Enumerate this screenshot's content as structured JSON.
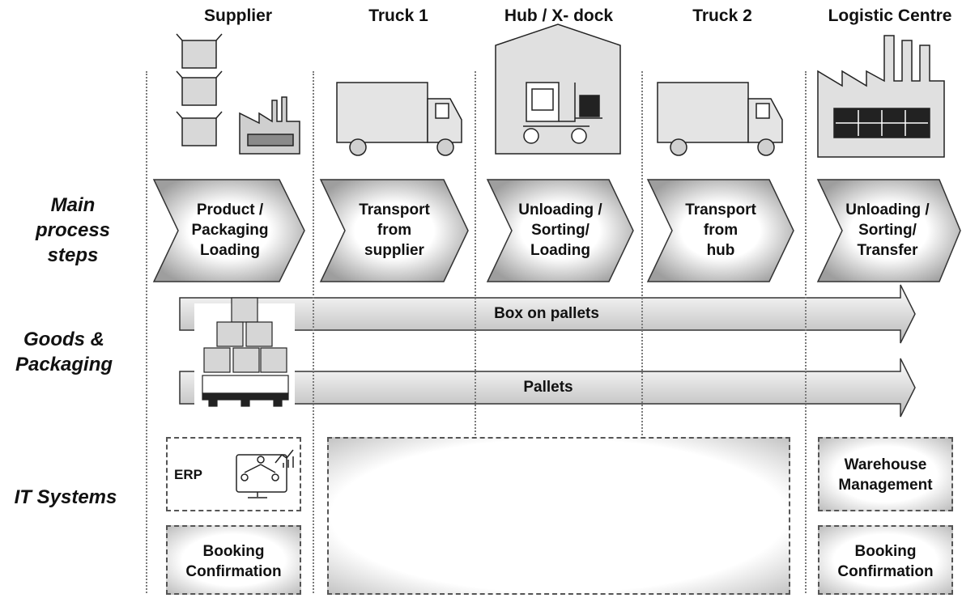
{
  "columns": [
    {
      "title": "Supplier"
    },
    {
      "title": "Truck 1"
    },
    {
      "title": "Hub / X- dock"
    },
    {
      "title": "Truck 2"
    },
    {
      "title": "Logistic Centre"
    }
  ],
  "rows": {
    "process": [
      "Main",
      "process",
      "steps"
    ],
    "goods": [
      "Goods &",
      "Packaging"
    ],
    "it": "IT Systems"
  },
  "process_steps": [
    {
      "lines": [
        "Product /",
        "Packaging",
        "Loading"
      ]
    },
    {
      "lines": [
        "Transport",
        "from",
        "supplier"
      ]
    },
    {
      "lines": [
        "Unloading /",
        "Sorting/",
        "Loading"
      ]
    },
    {
      "lines": [
        "Transport",
        "from",
        "hub"
      ]
    },
    {
      "lines": [
        "Unloading /",
        "Sorting/",
        "Transfer"
      ]
    }
  ],
  "flows": [
    {
      "label": "Box on pallets"
    },
    {
      "label": "Pallets"
    }
  ],
  "it_systems": {
    "supplier": {
      "top": "ERP",
      "bottom": [
        "Booking",
        "Confirmation"
      ]
    },
    "logistic_centre": {
      "top": [
        "Warehouse",
        "Management"
      ],
      "bottom": [
        "Booking",
        "Confirmation"
      ]
    },
    "transport_gap_icon": "eye-slash-icon"
  }
}
